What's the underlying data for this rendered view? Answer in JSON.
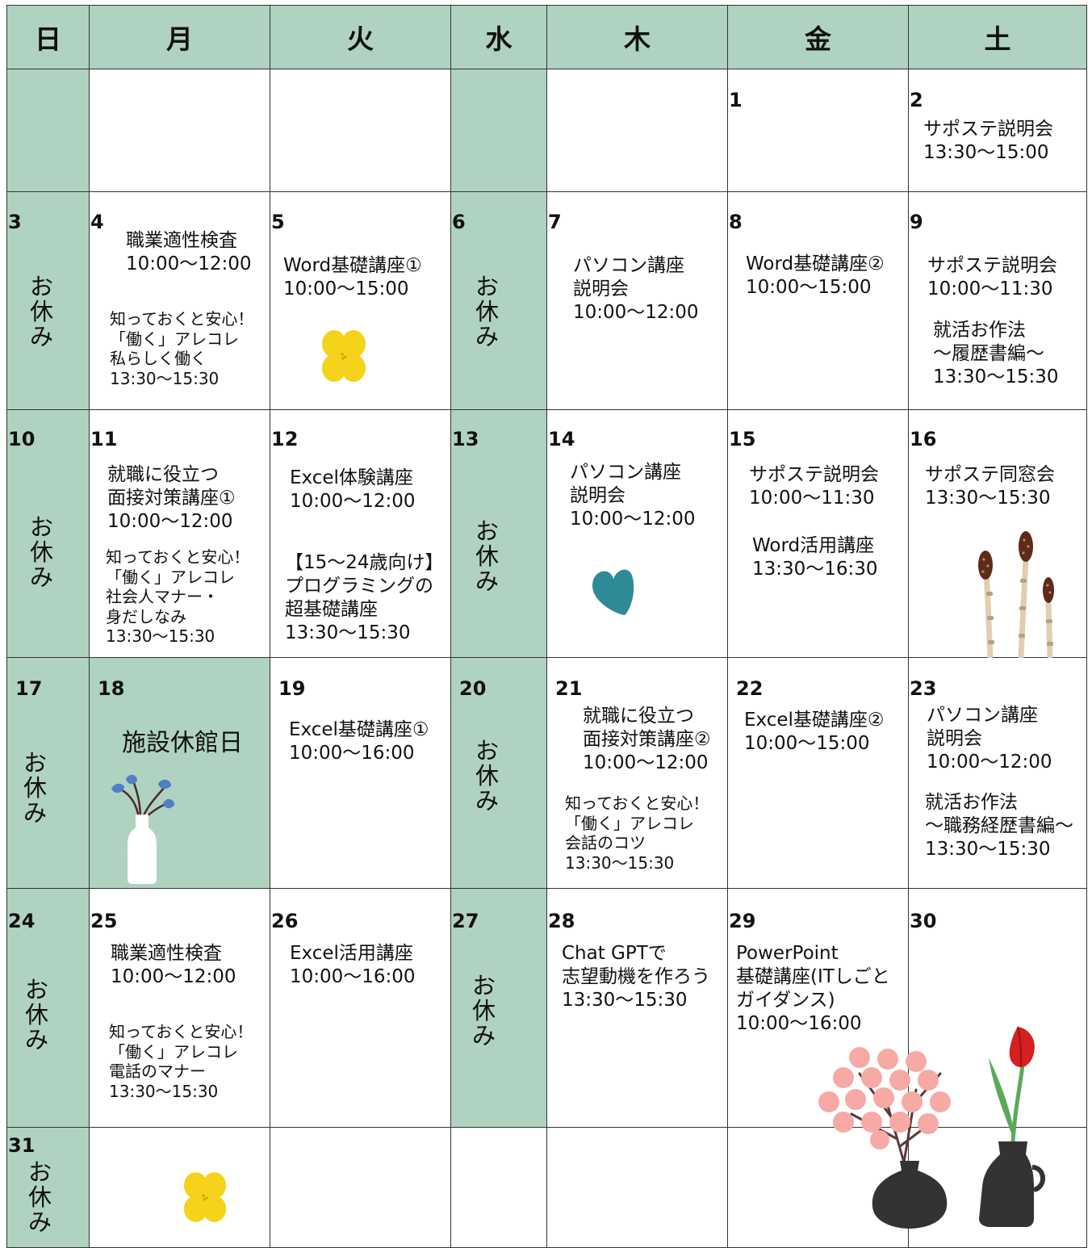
{
  "weekdays": [
    "日",
    "月",
    "火",
    "水",
    "木",
    "金",
    "土"
  ],
  "colors": {
    "header_green": "#b0d2c1",
    "border": "#333333",
    "teal_leaf": "#2e8a96",
    "yellow_flower": "#f5d21c",
    "blue_flower": "#4f7fc4",
    "pink_blossom": "#f6a9a5",
    "tulip_red": "#d42020",
    "vase_dark": "#333333"
  },
  "off_text": [
    "お",
    "休",
    "み"
  ],
  "days": {
    "d1": {
      "num": "1"
    },
    "d2": {
      "num": "2",
      "e1": "サポステ説明会\n13:30〜15:00"
    },
    "d3": {
      "num": "3"
    },
    "d4": {
      "num": "4",
      "e1": "職業適性検査\n10:00〜12:00",
      "e2": "知っておくと安心！\n「働く」アレコレ\n私らしく働く\n13:30〜15:30"
    },
    "d5": {
      "num": "5",
      "e1": "Word基礎講座①\n10:00〜15:00"
    },
    "d6": {
      "num": "6"
    },
    "d7": {
      "num": "7",
      "e1": "パソコン講座\n説明会\n10:00〜12:00"
    },
    "d8": {
      "num": "8",
      "e1": "Word基礎講座②\n10:00〜15:00"
    },
    "d9": {
      "num": "9",
      "e1": "サポステ説明会\n10:00〜11:30",
      "e2": "就活お作法\n〜履歴書編〜\n13:30〜15:30"
    },
    "d10": {
      "num": "10"
    },
    "d11": {
      "num": "11",
      "e1": "就職に役立つ\n面接対策講座①\n10:00〜12:00",
      "e2": "知っておくと安心！\n「働く」アレコレ\n社会人マナー・\n身だしなみ\n13:30〜15:30"
    },
    "d12": {
      "num": "12",
      "e1": "Excel体験講座\n10:00〜12:00",
      "e2": "【15〜24歳向け】\nプログラミングの\n超基礎講座\n13:30〜15:30"
    },
    "d13": {
      "num": "13"
    },
    "d14": {
      "num": "14",
      "e1": "パソコン講座\n説明会\n10:00〜12:00"
    },
    "d15": {
      "num": "15",
      "e1": "サポステ説明会\n10:00〜11:30",
      "e2": "Word活用講座\n13:30〜16:30"
    },
    "d16": {
      "num": "16",
      "e1": "サポステ同窓会\n13:30〜15:30"
    },
    "d17": {
      "num": "17"
    },
    "d18": {
      "num": "18",
      "e1": "施設休館日"
    },
    "d19": {
      "num": "19",
      "e1": "Excel基礎講座①\n10:00〜16:00"
    },
    "d20": {
      "num": "20"
    },
    "d21": {
      "num": "21",
      "e1": "就職に役立つ\n面接対策講座②\n10:00〜12:00",
      "e2": "知っておくと安心！\n「働く」アレコレ\n会話のコツ\n13:30〜15:30"
    },
    "d22": {
      "num": "22",
      "e1": "Excel基礎講座②\n10:00〜15:00"
    },
    "d23": {
      "num": "23",
      "e1": "パソコン講座\n説明会\n10:00〜12:00",
      "e2": "就活お作法\n〜職務経歴書編〜\n13:30〜15:30"
    },
    "d24": {
      "num": "24"
    },
    "d25": {
      "num": "25",
      "e1": "職業適性検査\n10:00〜12:00",
      "e2": "知っておくと安心！\n「働く」アレコレ\n電話のマナー\n13:30〜15:30"
    },
    "d26": {
      "num": "26",
      "e1": "Excel活用講座\n10:00〜16:00"
    },
    "d27": {
      "num": "27"
    },
    "d28": {
      "num": "28",
      "e1": "Chat GPTで\n志望動機を作ろう\n13:30〜15:30"
    },
    "d29": {
      "num": "29",
      "e1": "PowerPoint\n基礎講座(ITしごと\nガイダンス)\n10:00〜16:00"
    },
    "d30": {
      "num": "30"
    },
    "d31": {
      "num": "31"
    }
  }
}
